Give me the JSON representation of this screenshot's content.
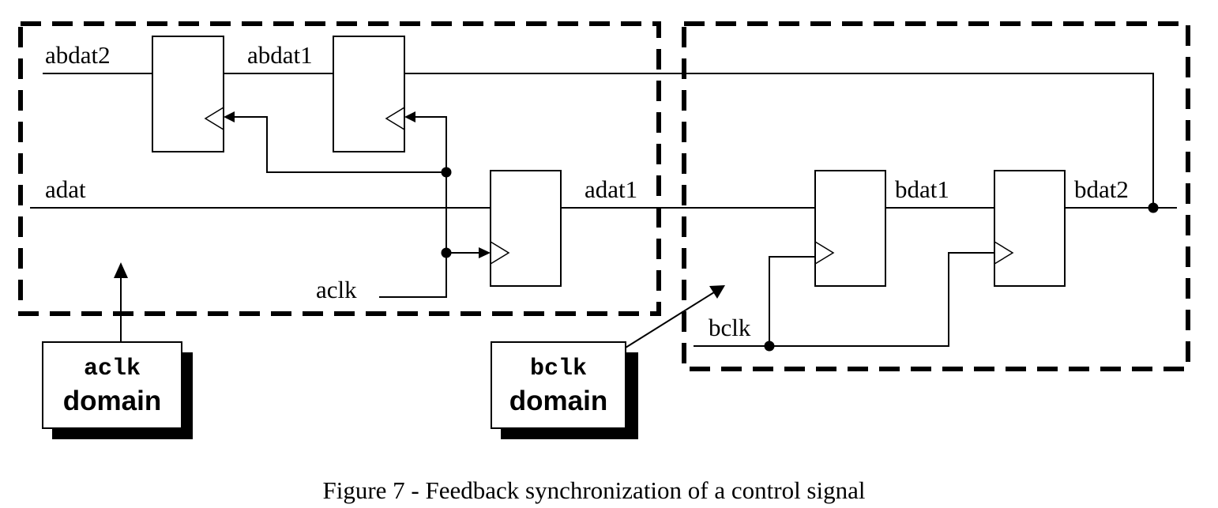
{
  "signals": {
    "abdat2": "abdat2",
    "abdat1": "abdat1",
    "adat": "adat",
    "adat1": "adat1",
    "aclk": "aclk",
    "bclk": "bclk",
    "bdat1": "bdat1",
    "bdat2": "bdat2"
  },
  "domains": {
    "aclk": {
      "clock": "aclk",
      "word": "domain"
    },
    "bclk": {
      "clock": "bclk",
      "word": "domain"
    }
  },
  "caption": "Figure 7 - Feedback synchronization of a control signal"
}
